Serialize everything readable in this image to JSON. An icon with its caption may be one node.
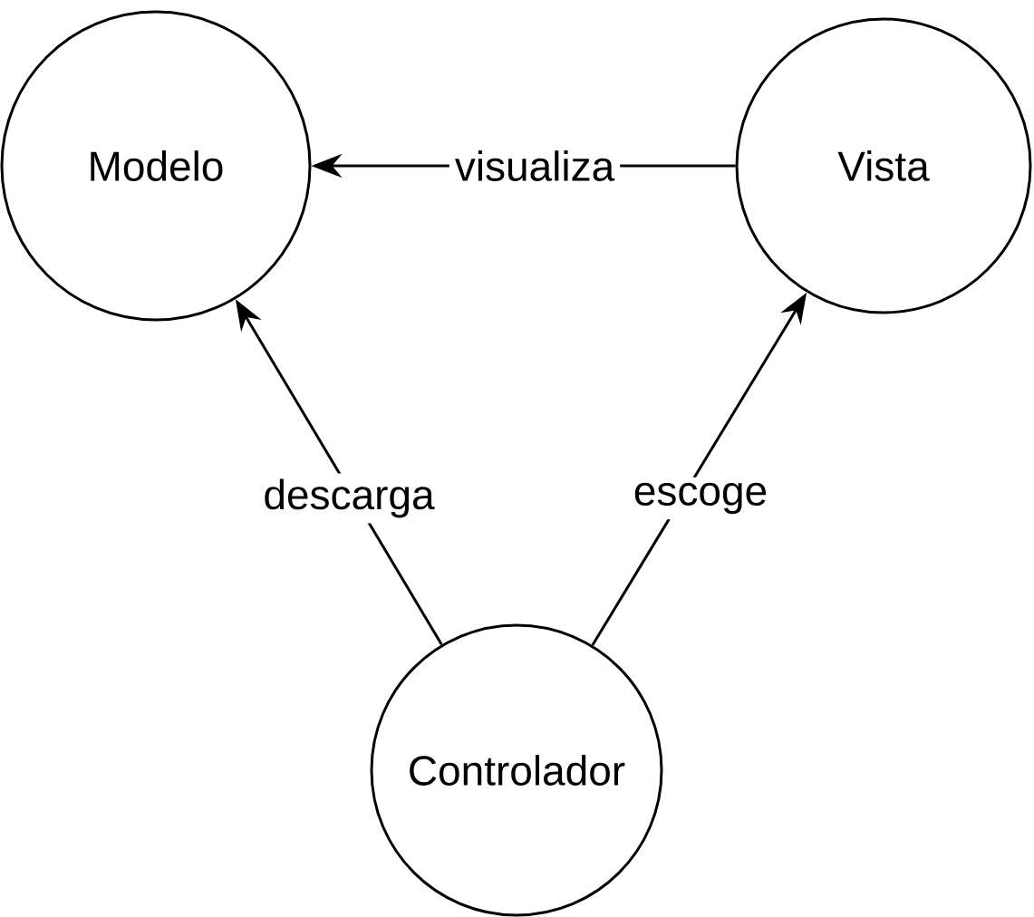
{
  "diagram": {
    "nodes": [
      {
        "text": [
          "Modelo"
        ]
      },
      {
        "text": [
          "Vista"
        ]
      },
      {
        "text": [
          "Controlador"
        ]
      }
    ],
    "edges": [
      {
        "from": 1,
        "to": 0,
        "arrow": "to",
        "label": "visualiza"
      },
      {
        "from": 2,
        "to": 0,
        "arrow": "to",
        "label": "descarga"
      },
      {
        "from": 2,
        "to": 1,
        "arrow": "to",
        "label": "escoge"
      }
    ]
  }
}
